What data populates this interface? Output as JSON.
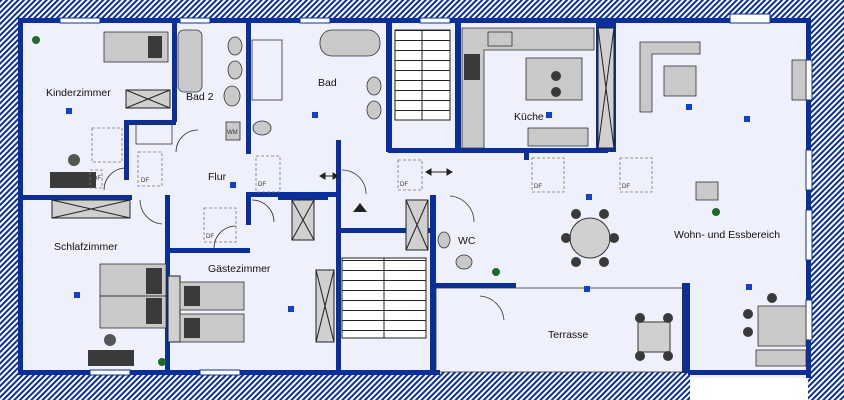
{
  "rooms": {
    "kinderzimmer": "Kinderzimmer",
    "bad2": "Bad 2",
    "bad": "Bad",
    "kueche": "Küche",
    "flur": "Flur",
    "schlafzimmer": "Schlafzimmer",
    "gaestezimmer": "Gästezimmer",
    "wc": "WC",
    "wohnen": "Wohn- und Essbereich",
    "terrasse": "Terrasse"
  },
  "markers": {
    "df": "DF",
    "wm": "WM"
  },
  "colors": {
    "wall": "#0a2f9a",
    "floor": "#eef1fb",
    "furniture": "#c9c9c9"
  }
}
